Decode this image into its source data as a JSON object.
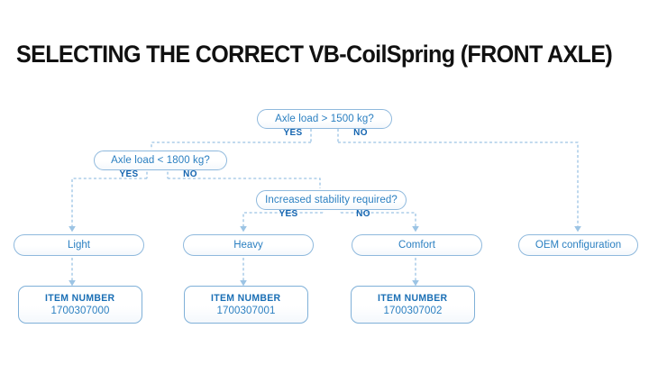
{
  "title": "SELECTING THE CORRECT VB-CoilSpring (FRONT AXLE)",
  "colors": {
    "title_text": "#111111",
    "node_border": "#8fb9dd",
    "node_text": "#2a7fc1",
    "branch_label": "#1565b0",
    "item_border": "#7fb0d8",
    "item_heading": "#1a6fb5",
    "connector": "#9cc4e4",
    "background": "#ffffff"
  },
  "decisions": [
    {
      "id": "axle-1500",
      "text": "Axle load > 1500 kg?",
      "yes_label": "YES",
      "no_label": "NO"
    },
    {
      "id": "axle-1800",
      "text": "Axle load < 1800 kg?",
      "yes_label": "YES",
      "no_label": "NO"
    },
    {
      "id": "stability",
      "text": "Increased stability required?",
      "yes_label": "YES",
      "no_label": "NO"
    }
  ],
  "results": [
    {
      "id": "light",
      "text": "Light"
    },
    {
      "id": "heavy",
      "text": "Heavy"
    },
    {
      "id": "comfort",
      "text": "Comfort"
    },
    {
      "id": "oem",
      "text": "OEM configuration"
    }
  ],
  "item_boxes": [
    {
      "id": "item-light",
      "heading": "ITEM NUMBER",
      "number": "1700307000"
    },
    {
      "id": "item-heavy",
      "heading": "ITEM NUMBER",
      "number": "1700307001"
    },
    {
      "id": "item-comfort",
      "heading": "ITEM NUMBER",
      "number": "1700307002"
    }
  ],
  "chart_data": {
    "type": "diagram",
    "title": "SELECTING THE CORRECT VB-CoilSpring (FRONT AXLE)",
    "nodes": [
      {
        "id": "axle-1500",
        "kind": "decision",
        "label": "Axle load > 1500 kg?"
      },
      {
        "id": "axle-1800",
        "kind": "decision",
        "label": "Axle load < 1800 kg?"
      },
      {
        "id": "stability",
        "kind": "decision",
        "label": "Increased stability required?"
      },
      {
        "id": "light",
        "kind": "result",
        "label": "Light"
      },
      {
        "id": "heavy",
        "kind": "result",
        "label": "Heavy"
      },
      {
        "id": "comfort",
        "kind": "result",
        "label": "Comfort"
      },
      {
        "id": "oem",
        "kind": "result",
        "label": "OEM configuration"
      },
      {
        "id": "item-light",
        "kind": "item",
        "label": "ITEM NUMBER 1700307000"
      },
      {
        "id": "item-heavy",
        "kind": "item",
        "label": "ITEM NUMBER 1700307001"
      },
      {
        "id": "item-comfort",
        "kind": "item",
        "label": "ITEM NUMBER 1700307002"
      }
    ],
    "edges": [
      {
        "from": "axle-1500",
        "to": "axle-1800",
        "label": "YES"
      },
      {
        "from": "axle-1500",
        "to": "oem",
        "label": "NO"
      },
      {
        "from": "axle-1800",
        "to": "light",
        "label": "YES"
      },
      {
        "from": "axle-1800",
        "to": "stability",
        "label": "NO"
      },
      {
        "from": "stability",
        "to": "heavy",
        "label": "YES"
      },
      {
        "from": "stability",
        "to": "comfort",
        "label": "NO"
      },
      {
        "from": "light",
        "to": "item-light",
        "label": ""
      },
      {
        "from": "heavy",
        "to": "item-heavy",
        "label": ""
      },
      {
        "from": "comfort",
        "to": "item-comfort",
        "label": ""
      }
    ]
  }
}
